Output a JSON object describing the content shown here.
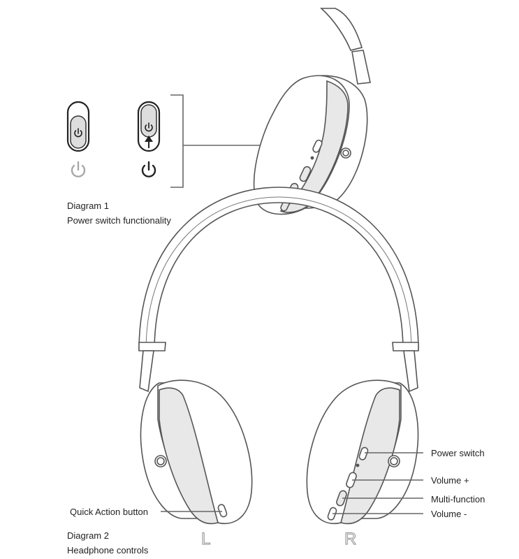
{
  "diagram1": {
    "title": "Diagram 1",
    "subtitle": "Power switch functionality",
    "icons": [
      "power-off-icon",
      "power-on-icon"
    ],
    "colors": {
      "off": "#a8a8a8",
      "on": "#222222"
    }
  },
  "diagram2": {
    "title": "Diagram 2",
    "subtitle": "Headphone controls",
    "side_left": "L",
    "side_right": "R",
    "callouts": {
      "quick_action": "Quick Action button",
      "power_switch": "Power switch",
      "volume_up": "Volume +",
      "multi_function": "Multi-function",
      "volume_down": "Volume -"
    }
  },
  "colors": {
    "line": "#555555",
    "light_fill": "#e8e8e8",
    "background": "#ffffff"
  }
}
